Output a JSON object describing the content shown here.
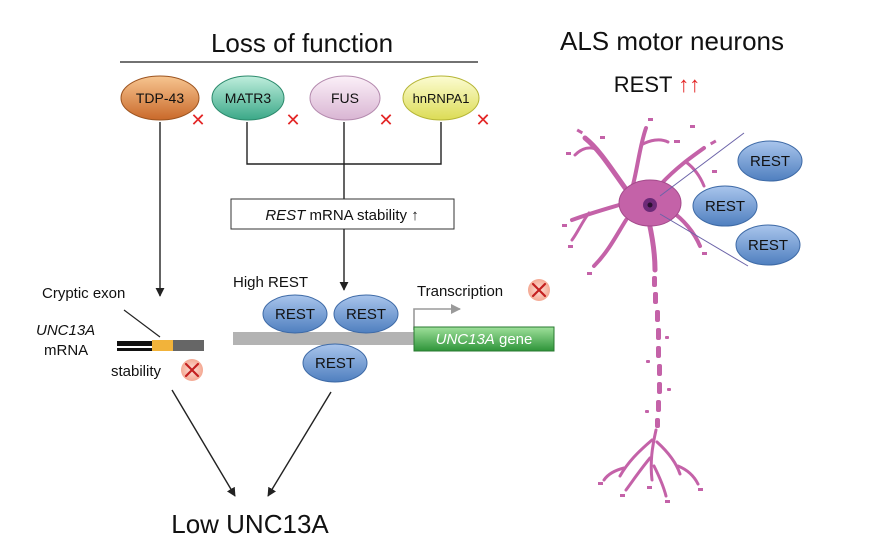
{
  "left_panel": {
    "title": "Loss of function",
    "proteins": [
      {
        "label": "TDP-43"
      },
      {
        "label": "MATR3"
      },
      {
        "label": "FUS"
      },
      {
        "label": "hnRNPA1"
      }
    ],
    "loss_mark": "✕",
    "stability_box": {
      "gene": "REST",
      "text": " mRNA stability ",
      "arrow": "↑"
    },
    "cryptic_exon": "Cryptic exon",
    "mrna_gene": "UNC13A",
    "mrna_word": "mRNA",
    "stability": "stability",
    "high_rest": "High REST",
    "rest_label": "REST",
    "transcription": "Transcription",
    "gene_box": {
      "name": "UNC13A",
      "suffix": " gene"
    },
    "result": "Low UNC13A"
  },
  "right_panel": {
    "title": "ALS motor neurons",
    "rest_label": "REST",
    "rest_arrows": "↑↑",
    "rest_bubbles": [
      "REST",
      "REST",
      "REST"
    ]
  },
  "colors": {
    "tdp43": "#d9823a",
    "matr3": "#5bbfa0",
    "fus": "#ead4e6",
    "hnrnpa1": "#f0ef8e",
    "rest": "#6f98cc",
    "gene": "#3fa64a",
    "cryptic_exon": "#f2b33a",
    "neuron": "#c462a8",
    "cross": "#e32626",
    "up_arrow": "#e32626"
  }
}
